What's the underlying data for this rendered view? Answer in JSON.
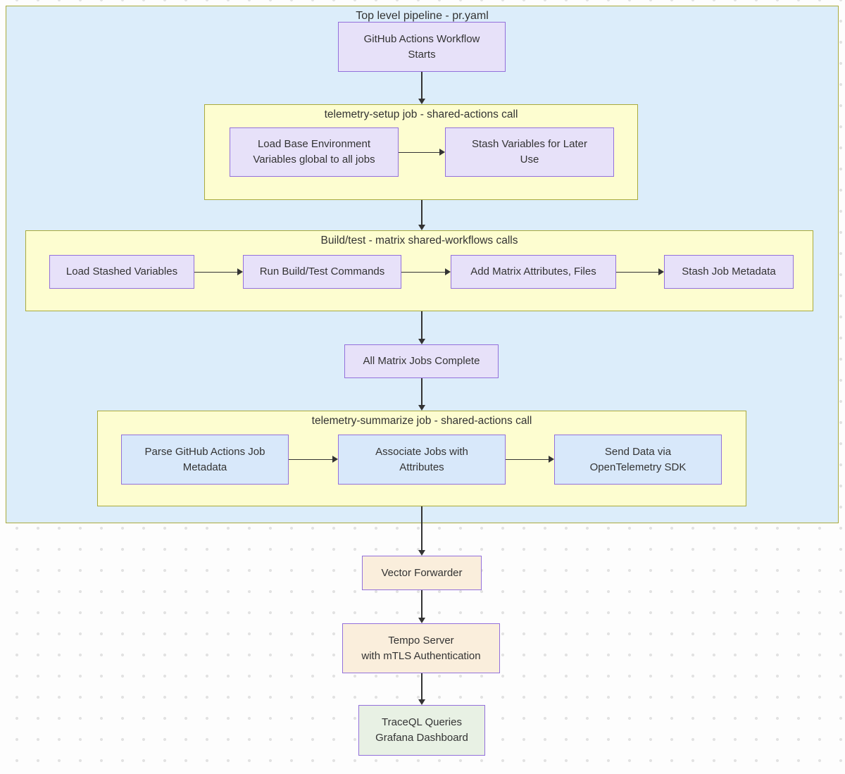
{
  "palette": {
    "page_background": "#fdfdfd",
    "dot_color": "#e2e2e2",
    "pipeline_fill": "#dcedfa",
    "subgraph_fill": "#fdfdd0",
    "subgraph_border": "#a9aa3c",
    "node_lavender_fill": "#e7e1f9",
    "node_blue_fill": "#d8e8fa",
    "node_peach_fill": "#faeedc",
    "node_green_fill": "#e8f1e4",
    "node_border": "#9370db",
    "edge_color": "#333333",
    "text_color": "#333333"
  },
  "diagram": {
    "outer": {
      "title": "Top level pipeline - pr.yaml"
    },
    "containers": {
      "setup": {
        "title": "telemetry-setup job - shared-actions call"
      },
      "build": {
        "title": "Build/test - matrix shared-workflows calls"
      },
      "summarize": {
        "title": "telemetry-summarize job - shared-actions call"
      }
    },
    "nodes": {
      "github_start": {
        "label": "GitHub Actions Workflow\nStarts"
      },
      "load_base_env": {
        "label": "Load Base Environment\nVariables global to all jobs"
      },
      "stash_variables": {
        "label": "Stash Variables for Later\nUse"
      },
      "load_stashed": {
        "label": "Load Stashed Variables"
      },
      "run_build_test": {
        "label": "Run Build/Test Commands"
      },
      "add_matrix": {
        "label": "Add Matrix Attributes, Files"
      },
      "stash_job_metadata": {
        "label": "Stash Job Metadata"
      },
      "all_matrix_complete": {
        "label": "All Matrix Jobs Complete"
      },
      "parse_metadata": {
        "label": "Parse GitHub Actions Job\nMetadata"
      },
      "associate_jobs": {
        "label": "Associate Jobs with\nAttributes"
      },
      "send_data": {
        "label": "Send Data via\nOpenTelemetry SDK"
      },
      "vector_forwarder": {
        "label": "Vector Forwarder"
      },
      "tempo_server": {
        "label": "Tempo Server\nwith mTLS Authentication"
      },
      "traceql_grafana": {
        "label": "TraceQL Queries\nGrafana Dashboard"
      }
    }
  }
}
